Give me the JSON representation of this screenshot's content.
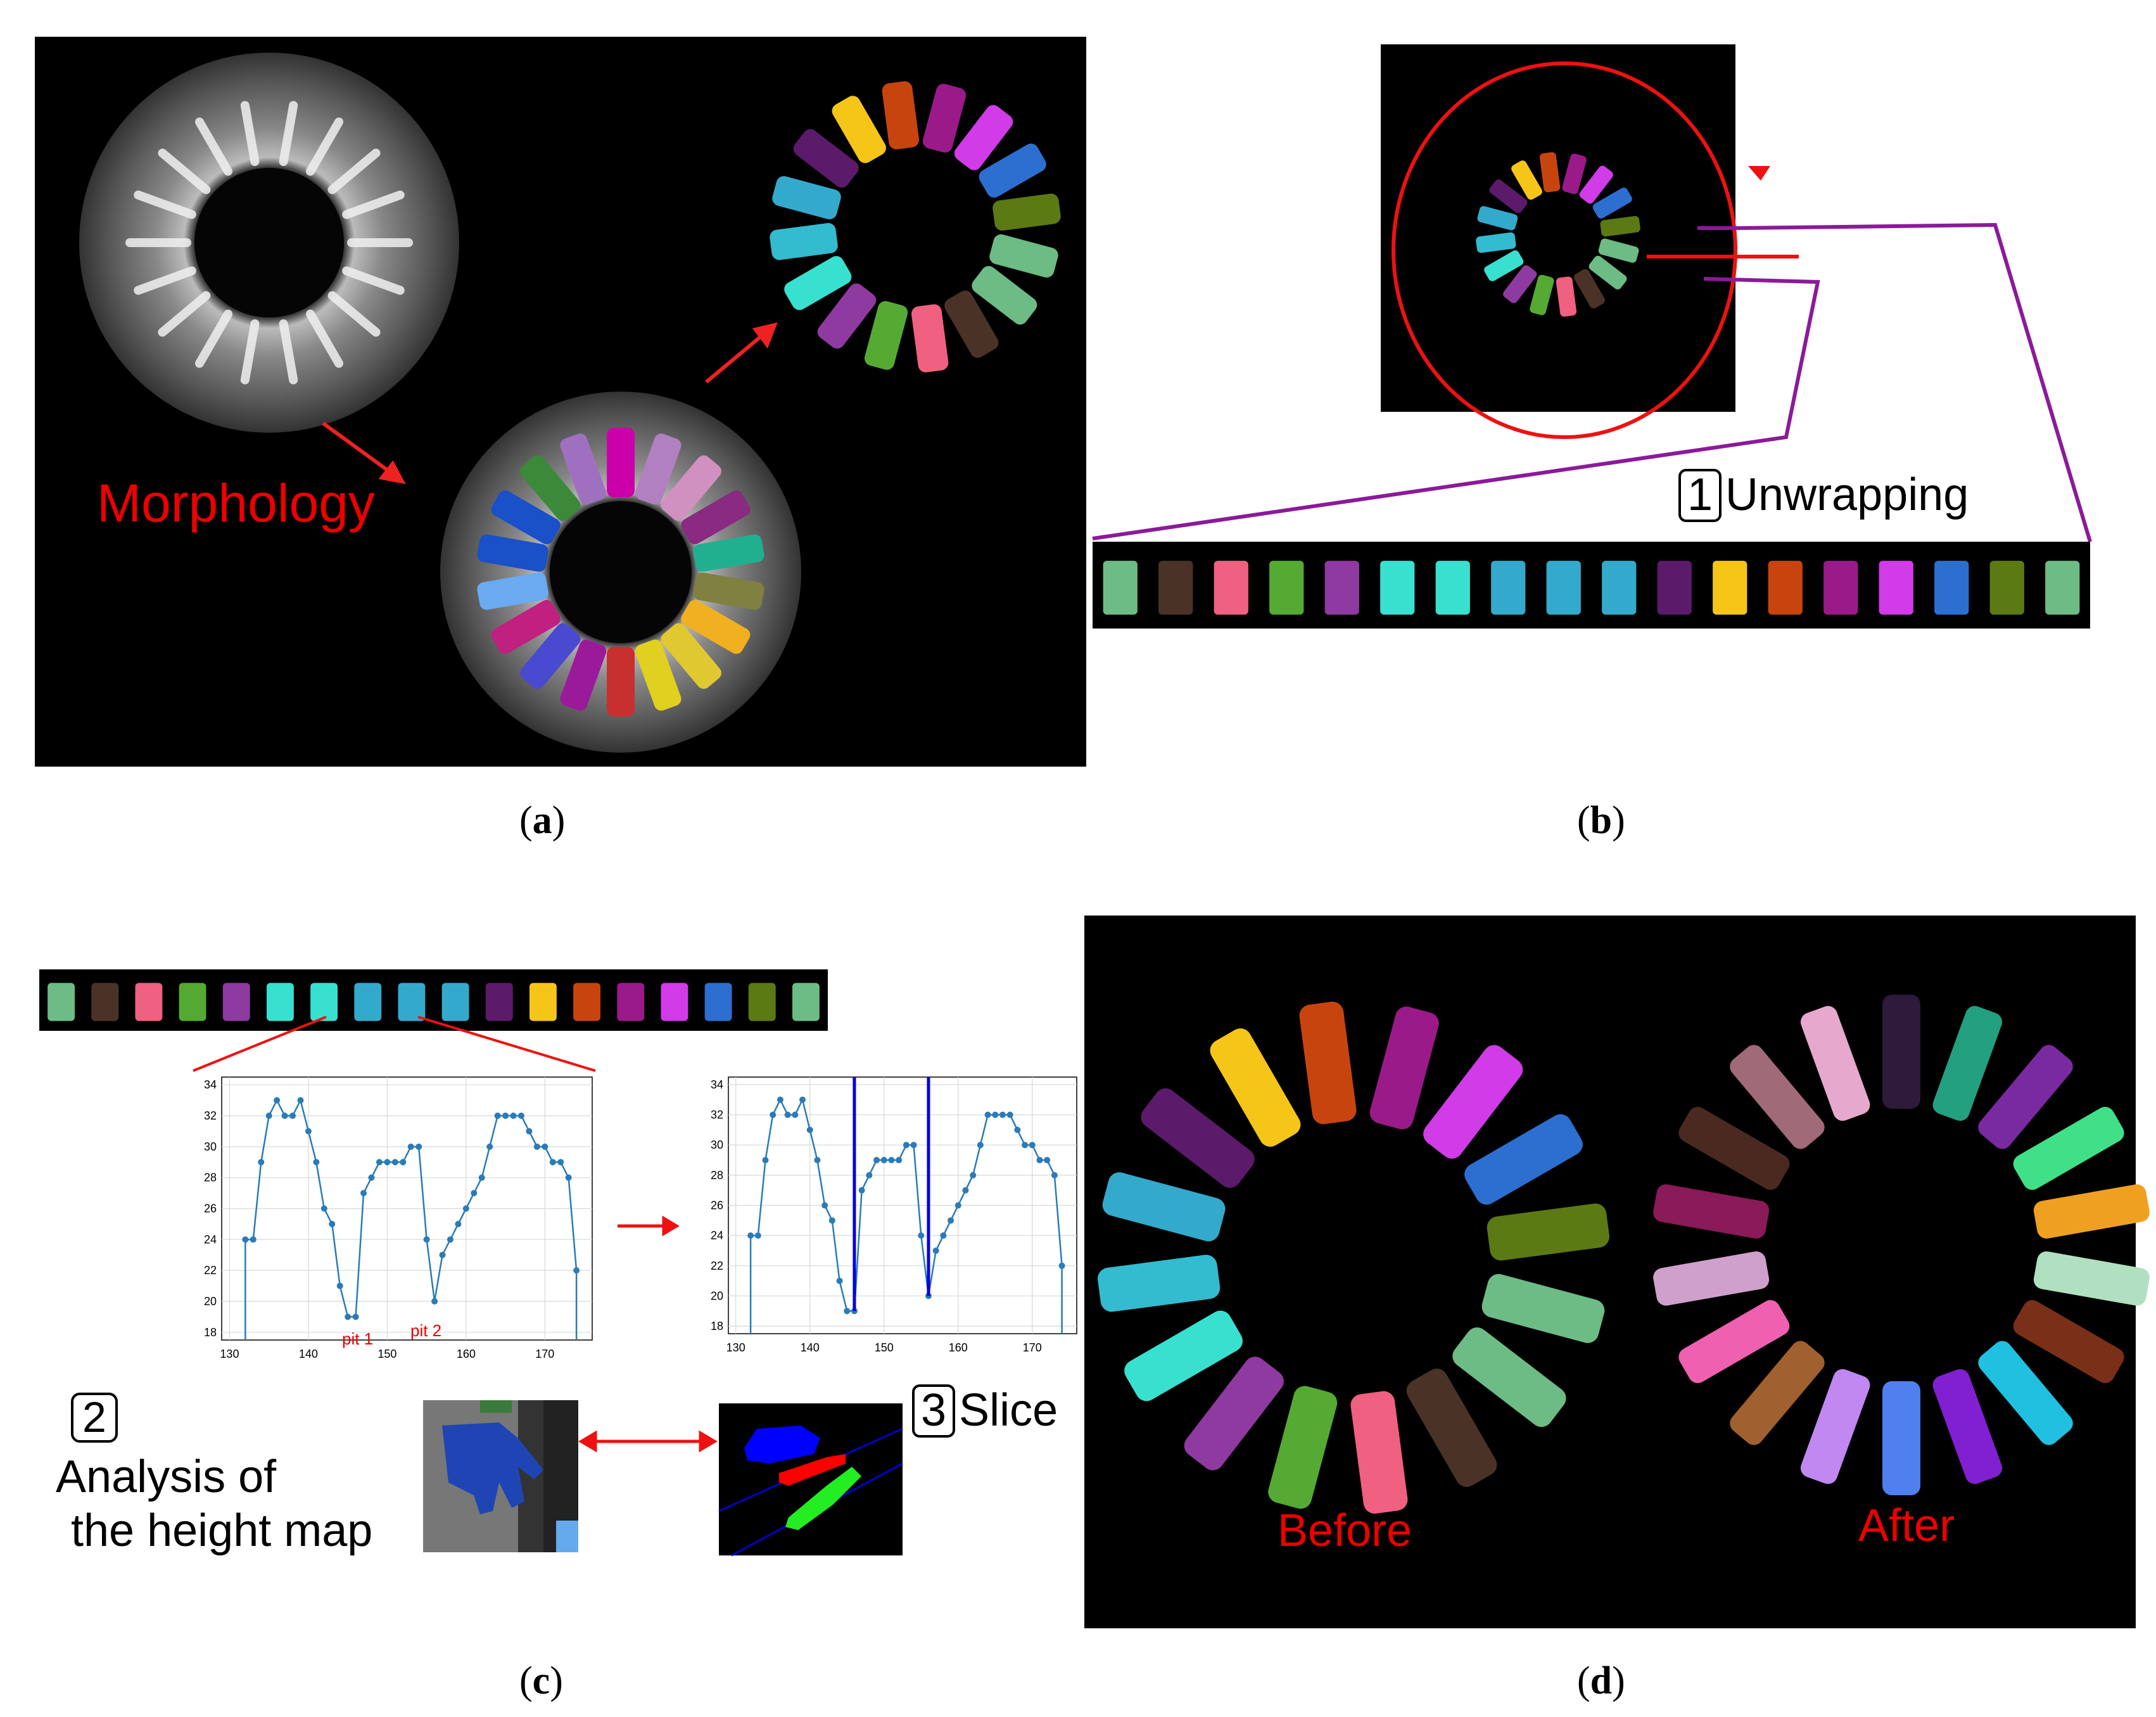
{
  "panel_a": {
    "label_morphology": "Morphology",
    "caption": "a"
  },
  "panel_b": {
    "step_number": "1",
    "label": "Unwrapping",
    "caption": "b"
  },
  "panel_c": {
    "step2_number": "2",
    "step2_label_line1": "Analysis of",
    "step2_label_line2": "the height map",
    "step3_number": "3",
    "step3_label": "Slice",
    "pit1_label": "pit 1",
    "pit2_label": "pit 2",
    "caption": "c"
  },
  "panel_d": {
    "before_label": "Before",
    "after_label": "After",
    "caption": "d"
  },
  "colors": {
    "annotation_red": "#ee0000",
    "purple_line": "#8b1a9a",
    "plot_blue": "#2a7bb8",
    "slice_blue": "#0000dd"
  },
  "chart_data": [
    {
      "type": "line",
      "name_hint": "height-map",
      "x": [
        132,
        133,
        134,
        135,
        136,
        137,
        138,
        139,
        140,
        141,
        142,
        143,
        144,
        145,
        146,
        147,
        148,
        149,
        150,
        151,
        152,
        153,
        154,
        155,
        156,
        157,
        158,
        159,
        160,
        161,
        162,
        163,
        164,
        165,
        166,
        167,
        168,
        169,
        170,
        171,
        172,
        173,
        174
      ],
      "y": [
        24,
        24,
        29,
        32,
        33,
        32,
        32,
        33,
        31,
        29,
        26,
        25,
        21,
        19,
        19,
        27,
        28,
        29,
        29,
        29,
        29,
        30,
        30,
        24,
        20,
        23,
        24,
        25,
        26,
        27,
        28,
        30,
        32,
        32,
        32,
        32,
        31,
        30,
        30,
        29,
        29,
        28,
        22
      ],
      "xticks": [
        "130",
        "140",
        "150",
        "160",
        "170"
      ],
      "yticks": [
        "18",
        "20",
        "22",
        "24",
        "26",
        "28",
        "30",
        "32",
        "34"
      ],
      "xlim": [
        129,
        176
      ],
      "ylim": [
        17.5,
        34.5
      ],
      "grid": true,
      "annotations": [
        "pit 1",
        "pit 2"
      ]
    },
    {
      "type": "line",
      "name_hint": "height-map-sliced",
      "x": [
        132,
        133,
        134,
        135,
        136,
        137,
        138,
        139,
        140,
        141,
        142,
        143,
        144,
        145,
        146,
        147,
        148,
        149,
        150,
        151,
        152,
        153,
        154,
        155,
        156,
        157,
        158,
        159,
        160,
        161,
        162,
        163,
        164,
        165,
        166,
        167,
        168,
        169,
        170,
        171,
        172,
        173,
        174
      ],
      "y": [
        24,
        24,
        29,
        32,
        33,
        32,
        32,
        33,
        31,
        29,
        26,
        25,
        21,
        19,
        19,
        27,
        28,
        29,
        29,
        29,
        29,
        30,
        30,
        24,
        20,
        23,
        24,
        25,
        26,
        27,
        28,
        30,
        32,
        32,
        32,
        32,
        31,
        30,
        30,
        29,
        29,
        28,
        22
      ],
      "slice_lines_x": [
        146,
        156
      ],
      "xticks": [
        "130",
        "140",
        "150",
        "160",
        "170"
      ],
      "yticks": [
        "18",
        "20",
        "22",
        "24",
        "26",
        "28",
        "30",
        "32",
        "34"
      ],
      "xlim": [
        129,
        176
      ],
      "ylim": [
        17.5,
        34.5
      ],
      "grid": true
    }
  ]
}
